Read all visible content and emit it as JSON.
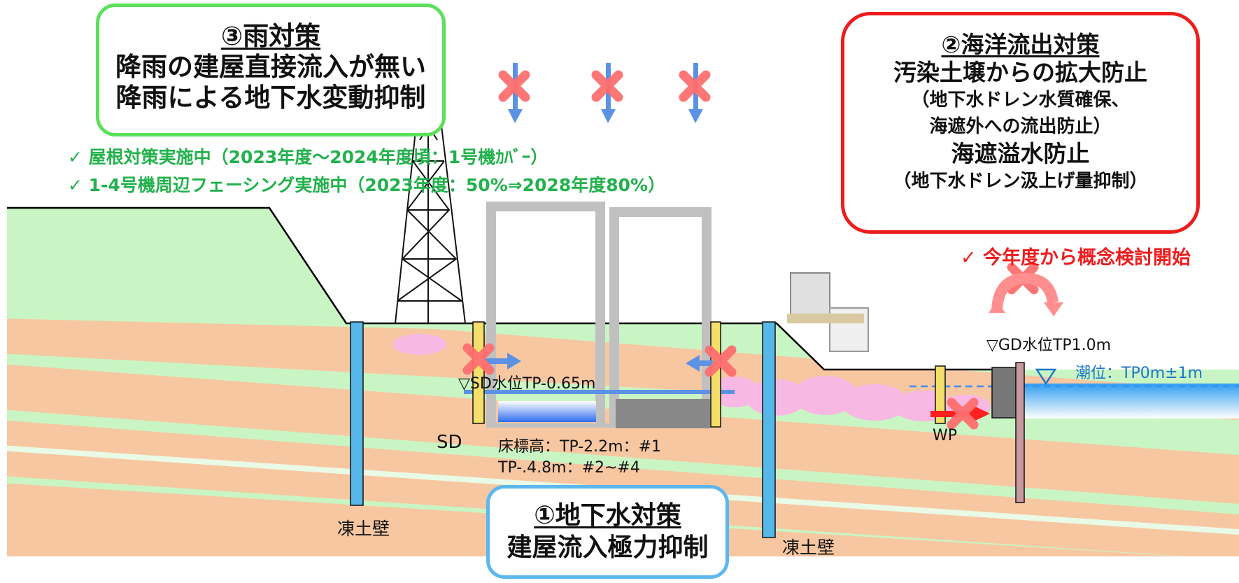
{
  "rain_box": {
    "title": "③雨対策",
    "line1": "降雨の建屋直接流入が無い",
    "line2": "降雨による地下水変動抑制"
  },
  "rain_notes": [
    "✓ 屋根対策実施中（2023年度～2024年度頃：1号機ｶﾊﾞｰ）",
    "✓ 1-4号機周辺フェーシング実施中（2023年度：50%⇒2028年度80%）"
  ],
  "ocean_box": {
    "title": "②海洋流出対策",
    "line1": "汚染土壌からの拡大防止",
    "line2": "（地下水ドレン水質確保、",
    "line3": "海遮外への流出防止）",
    "line4": "海遮溢水防止",
    "line5": "（地下水ドレン汲上げ量抑制）"
  },
  "ocean_note": "✓ 今年度から概念検討開始",
  "groundwater_box": {
    "title": "①地下水対策",
    "line1": "建屋流入極力抑制"
  },
  "labels": {
    "gd_level": "▽GD水位TP1.0m",
    "tide": "潮位：TP0m±1m",
    "sd_level": "▽SD水位TP-0.65m",
    "sd": "SD",
    "floor_level_1": "床標高：TP-2.2m：#1",
    "floor_level_2": "TP-.4.8m：#2~#4",
    "frozen_wall_left": "凍土壁",
    "frozen_wall_right": "凍土壁",
    "wp": "WP"
  },
  "colors": {
    "rain_border": "#5be05b",
    "ocean_border": "#ee1c1c",
    "groundwater_border": "#5bb7ee",
    "soil_green": "#c9f5c4",
    "soil_orange": "#f7c7a2",
    "frozen_wall": "#55b8e8",
    "sd_pipe": "#f3df6a",
    "contamination": "#f7b8e3",
    "water_blue": "#3d8ef0"
  }
}
